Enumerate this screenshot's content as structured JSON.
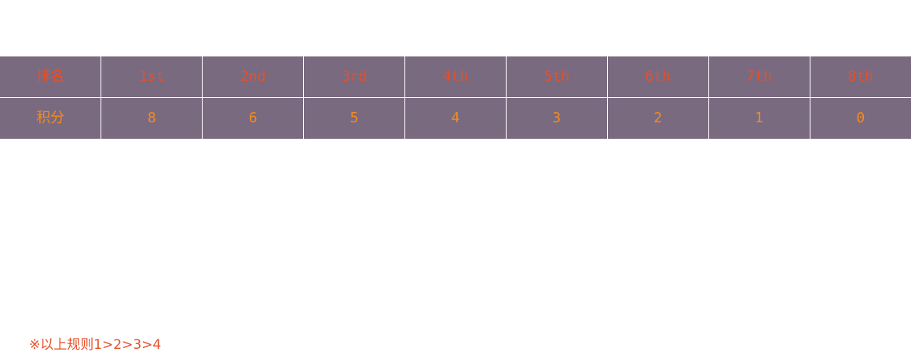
{
  "colors": {
    "cell_background": "#7a6a80",
    "rank_text": "#e4502a",
    "points_text": "#f28a22",
    "footnote_text": "#e4502a"
  },
  "table": {
    "rank_label": "排名",
    "points_label": "积分",
    "columns": [
      {
        "rank": "1st",
        "points": "8"
      },
      {
        "rank": "2nd",
        "points": "6"
      },
      {
        "rank": "3rd",
        "points": "5"
      },
      {
        "rank": "4th",
        "points": "4"
      },
      {
        "rank": "5th",
        "points": "3"
      },
      {
        "rank": "6th",
        "points": "2"
      },
      {
        "rank": "7th",
        "points": "1"
      },
      {
        "rank": "8th",
        "points": "0"
      }
    ]
  },
  "footnote": "※以上规则1>2>3>4"
}
